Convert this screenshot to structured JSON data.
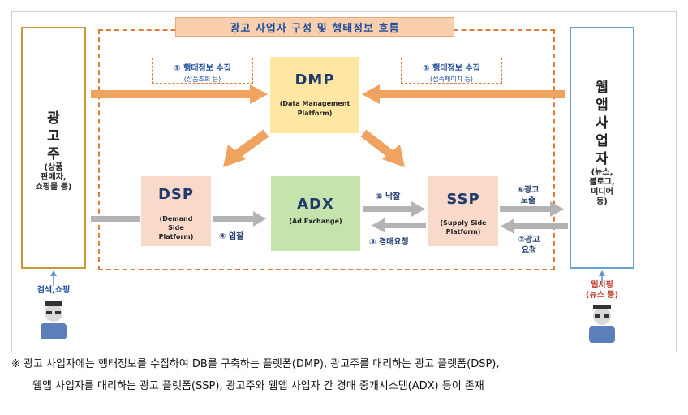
{
  "title": "광고 사업자 구성 및 행태정보 흐름",
  "advertiser": {
    "name_chars": [
      "광",
      "고",
      "주"
    ],
    "sub_lines": [
      "(상품",
      "판매자,",
      "쇼핑몰 등)"
    ]
  },
  "web_app": {
    "name_chars": [
      "웹",
      "앱",
      "사",
      "업",
      "자"
    ],
    "sub_lines": [
      "(뉴스,",
      "블로그,",
      "미디어",
      "등)"
    ]
  },
  "dmp": {
    "title": "DMP",
    "sub_lines": [
      "(Data Management",
      "Platform)"
    ]
  },
  "dsp": {
    "title": "DSP",
    "sub_lines": [
      "(Demand",
      "Side",
      "Platform)"
    ]
  },
  "adx": {
    "title": "ADX",
    "sub_lines": [
      "(Ad Exchange)"
    ]
  },
  "ssp": {
    "title": "SSP",
    "sub_lines": [
      "(Supply Side",
      "Platform)"
    ]
  },
  "collect_left": {
    "line1": "① 행태정보 수집",
    "line2": "(상품조회 등)"
  },
  "collect_right": {
    "line1": "① 행태정보 수집",
    "line2": "(접속페이지 등)"
  },
  "labels": {
    "bid": "④ 입찰",
    "win": "⑤ 낙찰",
    "auction_request": "③ 경매요청",
    "ad_exposure": [
      "⑥광고",
      "노출"
    ],
    "ad_request": [
      "②광고",
      "요청"
    ]
  },
  "persons": {
    "left_label": [
      "검색,쇼핑"
    ],
    "right_label": [
      "웹서핑",
      "(뉴스 등)"
    ]
  },
  "footnote": {
    "line1": "※  광고 사업자에는 행태정보를 수집하여 DB를 구축하는 플랫폼(DMP),  광고주를 대리하는 광고 플랫폼(DSP),",
    "line2": "웹앱 사업자를 대리하는 광고 플랫폼(SSP), 광고주와 웹앱 사업자 간 경매 중개시스템(ADX) 등이 존재"
  },
  "colors": {
    "orange_arrow": "#f0a35e",
    "gray_arrow": "#b3b3b3",
    "dmp_fill": "#ffe7a3",
    "adx_fill": "#c4e3ad",
    "dsp_ssp_fill": "#f9d9c9",
    "advertiser_border": "#c59a3a",
    "web_border": "#6b9fcf",
    "person_left_label": "#1f4e9c",
    "person_right_label": "#c0392b"
  }
}
